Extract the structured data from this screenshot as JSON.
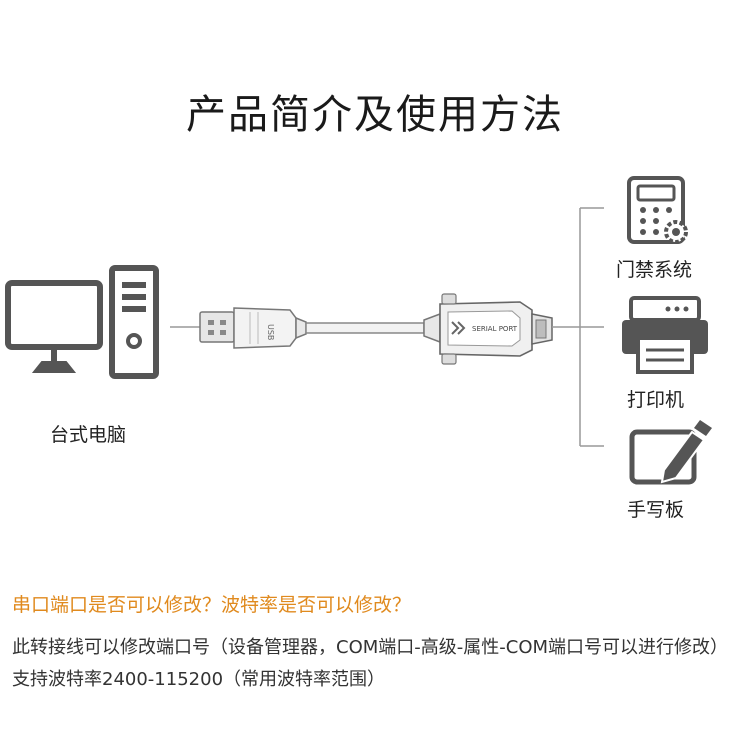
{
  "title": "产品简介及使用方法",
  "devices": {
    "pc_label": "台式电脑",
    "access_label": "门禁系统",
    "printer_label": "打印机",
    "tablet_label": "手写板"
  },
  "cable": {
    "usb_mark": "USB",
    "connector_brand": "SERIAL PORT"
  },
  "faq": {
    "question": "串口端口是否可以修改？波特率是否可以修改？",
    "answer": "此转接线可以修改端口号（设备管理器，COM端口-高级-属性-COM端口号可以进行修改）支持波特率2400-115200（常用波特率范围）"
  },
  "colors": {
    "icon": "#555555",
    "accent": "#e08a1e"
  }
}
